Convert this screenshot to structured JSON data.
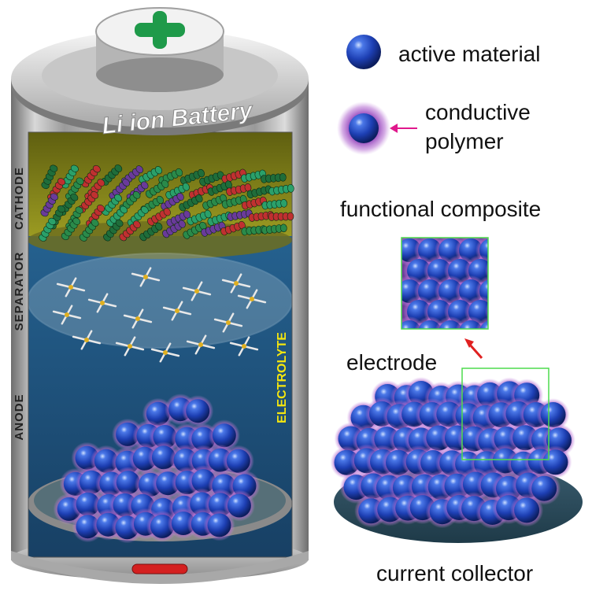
{
  "battery": {
    "title": "Li ion Battery",
    "layers": {
      "cathode": "CATHODE",
      "separator": "SEPARATOR",
      "anode": "ANODE",
      "electrolyte": "ELECTROLYTE"
    },
    "positive_terminal_icon": "plus-icon",
    "negative_terminal_icon": "minus-icon"
  },
  "legend": {
    "active_material": "active material",
    "conductive_polymer_line1": "conductive",
    "conductive_polymer_line2": "polymer"
  },
  "labels": {
    "functional_composite": "functional composite",
    "electrode": "electrode",
    "current_collector": "current collector"
  },
  "colors": {
    "sphere": "#1d3fb3",
    "polymer_glow": "#8a3fa8",
    "cathode_bg": "#8a8a1e",
    "electrolyte_bg": "#1d5a86",
    "plus": "#1f9a4a",
    "minus": "#d42020",
    "highlight_box": "#4ddb4d",
    "arrow_magenta": "#e0188c",
    "arrow_red": "#e02020"
  }
}
